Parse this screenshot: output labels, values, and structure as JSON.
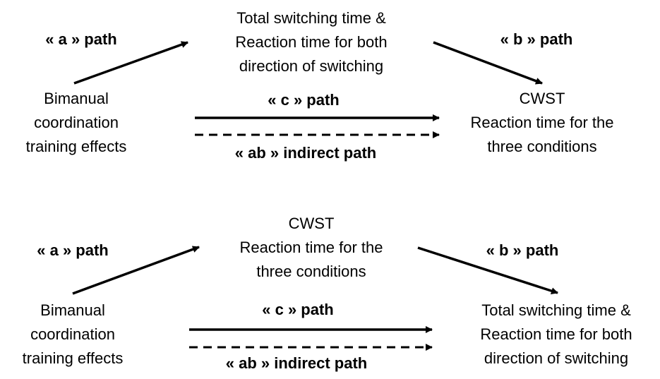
{
  "diagrams": [
    {
      "predictor": [
        "Bimanual",
        "coordination",
        "training effects"
      ],
      "mediator": [
        "Total switching time &",
        "Reaction time for both",
        "direction of switching"
      ],
      "outcome": [
        "CWST",
        "Reaction time for the",
        "three conditions"
      ],
      "labels": {
        "a": "« a » path",
        "b": "« b » path",
        "c": "« c » path",
        "ab": "« ab » indirect path"
      }
    },
    {
      "predictor": [
        "Bimanual",
        "coordination",
        "training effects"
      ],
      "mediator": [
        "CWST",
        "Reaction time for the",
        "three conditions"
      ],
      "outcome": [
        "Total switching time &",
        "Reaction time for both",
        "direction of switching"
      ],
      "labels": {
        "a": "« a » path",
        "b": "« b » path",
        "c": "« c » path",
        "ab": "« ab » indirect path"
      }
    }
  ],
  "colors": {
    "text": "#000000",
    "arrow": "#000000",
    "background": "#ffffff"
  }
}
